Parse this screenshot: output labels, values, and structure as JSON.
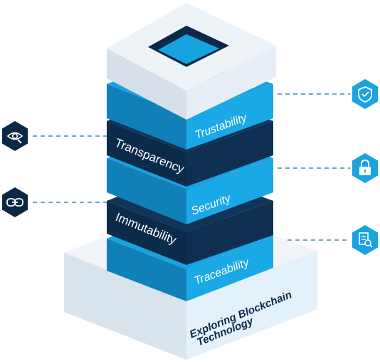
{
  "layers": {
    "trustability": "Trustability",
    "transparency": "Transparency",
    "security": "Security",
    "immutability": "Immutability",
    "traceability": "Traceability"
  },
  "base_label_line1": "Exploring Blockchain",
  "base_label_line2": "Technology",
  "icons": {
    "left_top": "eye-search-icon",
    "left_bottom": "chain-link-icon",
    "right_top": "shield-check-icon",
    "right_middle": "padlock-icon",
    "right_bottom": "document-search-icon"
  },
  "colors": {
    "navy": "#0b2847",
    "blue": "#17a3e0",
    "blue_dark": "#1085bd",
    "white_top": "#eef3f8",
    "white_side": "#d8e3ee",
    "base_front": "#e6f2fb"
  }
}
